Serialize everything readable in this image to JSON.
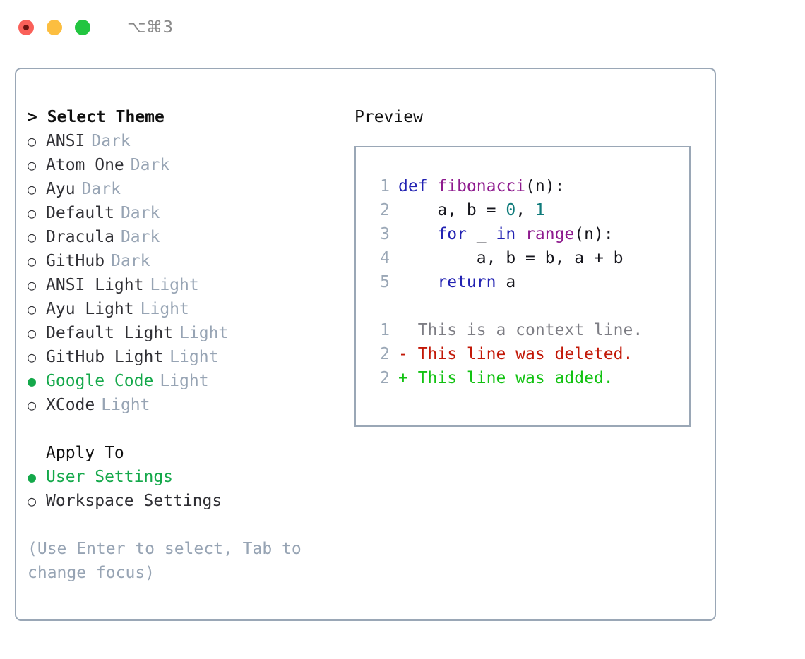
{
  "titlebar": {
    "shortcut": "⌥⌘3",
    "buttons": [
      {
        "name": "close",
        "color": "#fa6059"
      },
      {
        "name": "minimize",
        "color": "#fcbe40"
      },
      {
        "name": "zoom",
        "color": "#22c540"
      }
    ]
  },
  "theme_list": {
    "header": "> Select Theme",
    "items": [
      {
        "label": "ANSI",
        "tag": "Dark",
        "selected": false
      },
      {
        "label": "Atom One",
        "tag": "Dark",
        "selected": false
      },
      {
        "label": "Ayu",
        "tag": "Dark",
        "selected": false
      },
      {
        "label": "Default",
        "tag": "Dark",
        "selected": false
      },
      {
        "label": "Dracula",
        "tag": "Dark",
        "selected": false
      },
      {
        "label": "GitHub",
        "tag": "Dark",
        "selected": false
      },
      {
        "label": "ANSI Light",
        "tag": "Light",
        "selected": false
      },
      {
        "label": "Ayu Light",
        "tag": "Light",
        "selected": false
      },
      {
        "label": "Default Light",
        "tag": "Light",
        "selected": false
      },
      {
        "label": "GitHub Light",
        "tag": "Light",
        "selected": false
      },
      {
        "label": "Google Code",
        "tag": "Light",
        "selected": true
      },
      {
        "label": "XCode",
        "tag": "Light",
        "selected": false
      }
    ]
  },
  "apply_to": {
    "title": "Apply To",
    "items": [
      {
        "label": "User Settings",
        "selected": true
      },
      {
        "label": "Workspace Settings",
        "selected": false
      }
    ]
  },
  "hint": "(Use Enter to select, Tab to change focus)",
  "preview": {
    "header": "Preview",
    "code_lines": [
      {
        "lineno": "1",
        "tokens": [
          {
            "text": "def ",
            "type": "kw"
          },
          {
            "text": "fibonacci",
            "type": "fn"
          },
          {
            "text": "(n):",
            "type": "plain"
          }
        ]
      },
      {
        "lineno": "2",
        "tokens": [
          {
            "text": "    a, b = ",
            "type": "plain"
          },
          {
            "text": "0",
            "type": "num"
          },
          {
            "text": ", ",
            "type": "plain"
          },
          {
            "text": "1",
            "type": "num"
          }
        ]
      },
      {
        "lineno": "3",
        "tokens": [
          {
            "text": "    ",
            "type": "plain"
          },
          {
            "text": "for",
            "type": "kw"
          },
          {
            "text": " _ ",
            "type": "plain"
          },
          {
            "text": "in",
            "type": "kw"
          },
          {
            "text": " ",
            "type": "plain"
          },
          {
            "text": "range",
            "type": "fn"
          },
          {
            "text": "(n):",
            "type": "plain"
          }
        ]
      },
      {
        "lineno": "4",
        "tokens": [
          {
            "text": "        a, b = b, a + b",
            "type": "plain"
          }
        ]
      },
      {
        "lineno": "5",
        "tokens": [
          {
            "text": "    ",
            "type": "plain"
          },
          {
            "text": "return",
            "type": "kw"
          },
          {
            "text": " a",
            "type": "plain"
          }
        ]
      }
    ],
    "diff_lines": [
      {
        "lineno": "1",
        "text": "  This is a context line.",
        "kind": "context"
      },
      {
        "lineno": "2",
        "text": "- This line was deleted.",
        "kind": "del"
      },
      {
        "lineno": "2",
        "text": "+ This line was added.",
        "kind": "add"
      }
    ]
  },
  "glyphs": {
    "bullet_selected": "●",
    "bullet_empty": "○"
  },
  "colors": {
    "accent_green": "#14a84a",
    "muted": "#97a4b4",
    "border": "#9aa7b6",
    "keyword": "#2222b2",
    "function": "#8e1a8e",
    "number": "#0f7b7b",
    "diff_add": "#12c212",
    "diff_del": "#c21807",
    "diff_context": "#7d7d84"
  }
}
